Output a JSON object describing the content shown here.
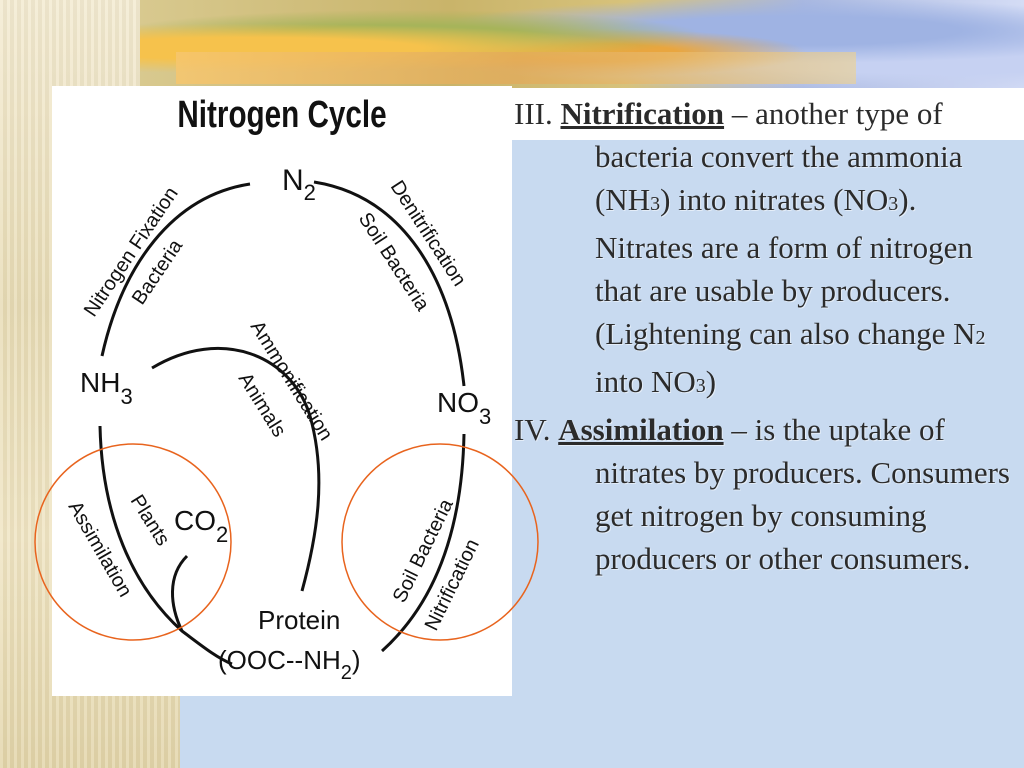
{
  "diagram": {
    "title": "Nitrogen Cycle",
    "nodes": {
      "n2": {
        "base": "N",
        "sub": "2"
      },
      "nh3": {
        "base": "NH",
        "sub": "3"
      },
      "no3": {
        "base": "NO",
        "sub": "3"
      },
      "co2": {
        "base": "CO",
        "sub": "2"
      },
      "protein": "Protein",
      "protein_formula": {
        "base": "(OOC--NH",
        "sub": "2",
        "tail": ")"
      }
    },
    "labels": {
      "fixation": "Nitrogen Fixation",
      "bacteria": "Bacteria",
      "denitrification": "Denitrification",
      "soil_bacteria_top": "Soil Bacteria",
      "ammonification": "Ammonification",
      "animals": "Animals",
      "plants": "Plants",
      "assimilation": "Assimilation",
      "soil_bacteria_bottom": "Soil Bacteria",
      "nitrification": "Nitrification"
    }
  },
  "slide": {
    "item3": {
      "numeral": "III.",
      "term": "Nitrification",
      "dash": " – another type of bacteria convert the ammonia (NH",
      "sub1": "3",
      "part2": ") into nitrates (NO",
      "sub2": "3",
      "part3": "). Nitrates are a form of nitrogen that are usable by producers. (Lightening can also change N",
      "sub3": "2",
      "part4": " into NO",
      "sub4": "3",
      "part5": ")"
    },
    "item4": {
      "numeral": "IV.",
      "term": "Assimilation",
      "rest": " – is the uptake of nitrates by producers.  Consumers get nitrogen by consuming producers or other consumers."
    }
  },
  "colors": {
    "blue_panel": "#c8daf0",
    "circle_highlight": "#e8641e"
  }
}
